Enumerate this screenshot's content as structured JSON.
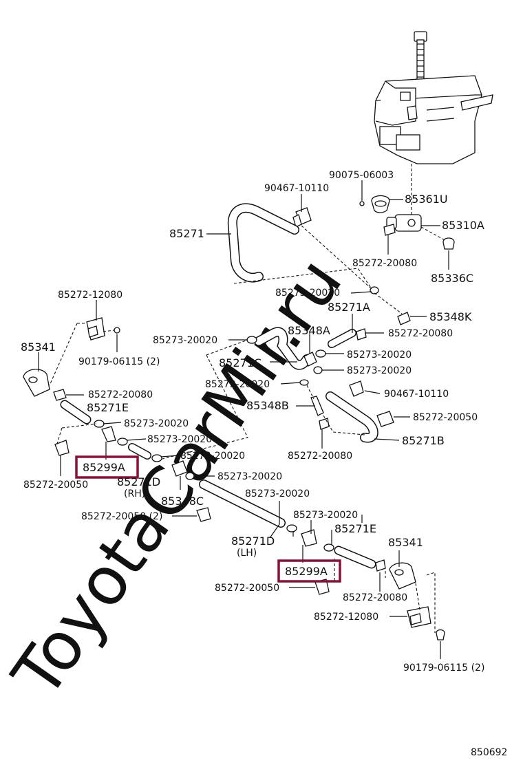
{
  "watermark": "ToyotaCarMir.ru",
  "diagram_id": "850692",
  "highlight_color": "#8b0f3a",
  "labels": {
    "l_90075_06003": "90075-06003",
    "l_90467_10110_top": "90467-10110",
    "l_85361U": "85361U",
    "l_85271": "85271",
    "l_85310A": "85310A",
    "l_85272_20080_pump": "85272-20080",
    "l_85336C": "85336C",
    "l_85272_12080_left": "85272-12080",
    "l_85273_20020_a": "85273-20020",
    "l_85271A": "85271A",
    "l_85348K": "85348K",
    "l_85341_left": "85341",
    "l_85273_20020_b": "85273-20020",
    "l_85348A": "85348A",
    "l_85272_20080_b": "85272-20080",
    "l_90179_06115_left": "90179-06115 (2)",
    "l_85271C": "85271C",
    "l_85273_20020_c": "85273-20020",
    "l_85273_20020_d": "85273-20020",
    "l_85273_20020_e": "85273-20020",
    "l_85272_20080_c": "85272-20080",
    "l_90467_10110_mid": "90467-10110",
    "l_85271E_left": "85271E",
    "l_85348B": "85348B",
    "l_85272_20050_right": "85272-20050",
    "l_85273_20020_f": "85273-20020",
    "l_85273_20020_g": "85273-20020",
    "l_85271B": "85271B",
    "l_85272_20080_d": "85272-20080",
    "l_85299A_left": "85299A",
    "l_85273_20020_h": "85273-20020",
    "l_85272_20050_left": "85272-20050",
    "l_85271D_rh": "85271D",
    "l_rh": "(RH)",
    "l_85273_20020_i": "85273-20020",
    "l_85348C": "85348C",
    "l_85273_20020_j": "85273-20020",
    "l_85272_20050_2": "85272-20050 (2)",
    "l_85273_20020_k": "85273-20020",
    "l_85271D_lh": "85271D",
    "l_lh": "(LH)",
    "l_85271E_right": "85271E",
    "l_85341_right": "85341",
    "l_85299A_right": "85299A",
    "l_85272_20050_bottom": "85272-20050",
    "l_85272_20080_bottom": "85272-20080",
    "l_85272_12080_right": "85272-12080",
    "l_90179_06115_right": "90179-06115 (2)"
  }
}
